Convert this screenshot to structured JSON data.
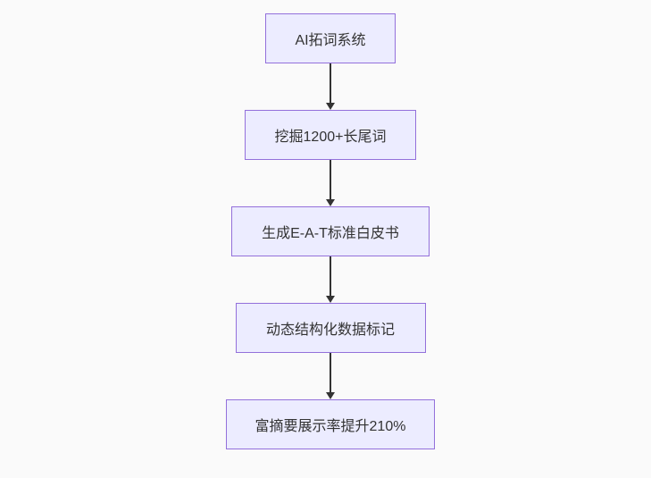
{
  "diagram": {
    "type": "flowchart",
    "direction": "top-down",
    "colors": {
      "background": "#fafafa",
      "node_fill": "#ececff",
      "node_border": "#9370db",
      "node_text": "#333333",
      "arrow": "#333333"
    },
    "nodes": [
      {
        "id": "n1",
        "label": "AI拓词系统"
      },
      {
        "id": "n2",
        "label": "挖掘1200+长尾词"
      },
      {
        "id": "n3",
        "label": "生成E-A-T标准白皮书"
      },
      {
        "id": "n4",
        "label": "动态结构化数据标记"
      },
      {
        "id": "n5",
        "label": "富摘要展示率提升210%"
      }
    ],
    "edges": [
      {
        "from": "n1",
        "to": "n2",
        "style": "arrow-down"
      },
      {
        "from": "n2",
        "to": "n3",
        "style": "arrow-down"
      },
      {
        "from": "n3",
        "to": "n4",
        "style": "arrow-down"
      },
      {
        "from": "n4",
        "to": "n5",
        "style": "arrow-down"
      }
    ]
  }
}
